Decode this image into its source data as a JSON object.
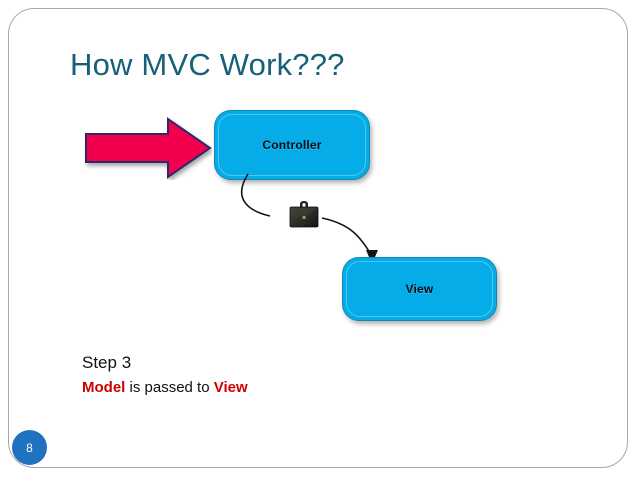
{
  "slide": {
    "title": "How MVC Work???",
    "page_number": "8",
    "frame_color": "#a8a8a8",
    "background": "#ffffff"
  },
  "diagram": {
    "type": "flow",
    "box_fill": "#06ACE8",
    "arrow_color": "#F2004E",
    "arrow_outline": "#2B2B6B",
    "nodes": [
      {
        "id": "controller",
        "label": "Controller"
      },
      {
        "id": "view",
        "label": "View"
      }
    ],
    "icons": [
      {
        "id": "briefcase",
        "name": "briefcase-icon",
        "meaning": "model-data"
      }
    ],
    "edges": [
      {
        "from": "inbound",
        "to": "controller",
        "style": "block-arrow"
      },
      {
        "from": "controller",
        "to": "view",
        "style": "curved-arrow",
        "carries": "briefcase"
      }
    ]
  },
  "caption": {
    "step": "Step 3",
    "desc_prefix": "Model",
    "desc_middle": " is passed to ",
    "desc_suffix": "View",
    "highlight_color": "#CC0000"
  }
}
